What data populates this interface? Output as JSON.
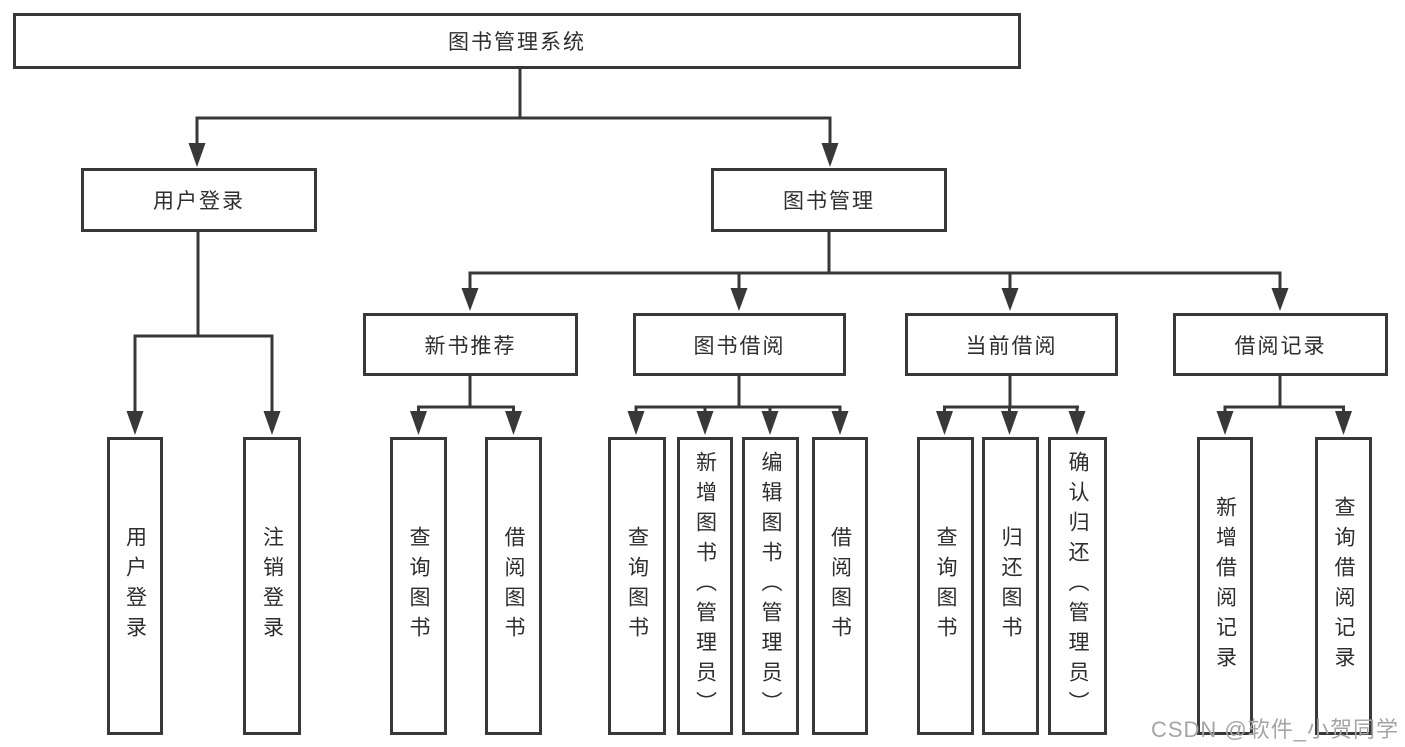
{
  "diagram": {
    "tree": {
      "label": "图书管理系统",
      "children": [
        {
          "label": "用户登录",
          "children": [
            {
              "label": "用户登录"
            },
            {
              "label": "注销登录"
            }
          ]
        },
        {
          "label": "图书管理",
          "children": [
            {
              "label": "新书推荐",
              "children": [
                {
                  "label": "查询图书"
                },
                {
                  "label": "借阅图书"
                }
              ]
            },
            {
              "label": "图书借阅",
              "children": [
                {
                  "label": "查询图书"
                },
                {
                  "label": "新增图书（管理员）"
                },
                {
                  "label": "编辑图书（管理员）"
                },
                {
                  "label": "借阅图书"
                }
              ]
            },
            {
              "label": "当前借阅",
              "children": [
                {
                  "label": "查询图书"
                },
                {
                  "label": "归还图书"
                },
                {
                  "label": "确认归还（管理员）"
                }
              ]
            },
            {
              "label": "借阅记录",
              "children": [
                {
                  "label": "新增借阅记录"
                },
                {
                  "label": "查询借阅记录"
                }
              ]
            }
          ]
        }
      ]
    }
  },
  "watermark": "CSDN @软件_小贺同学",
  "colors": {
    "line": "#383838",
    "text": "#2e2e2e",
    "watermark": "#a5a5a5",
    "background": "#ffffff"
  }
}
